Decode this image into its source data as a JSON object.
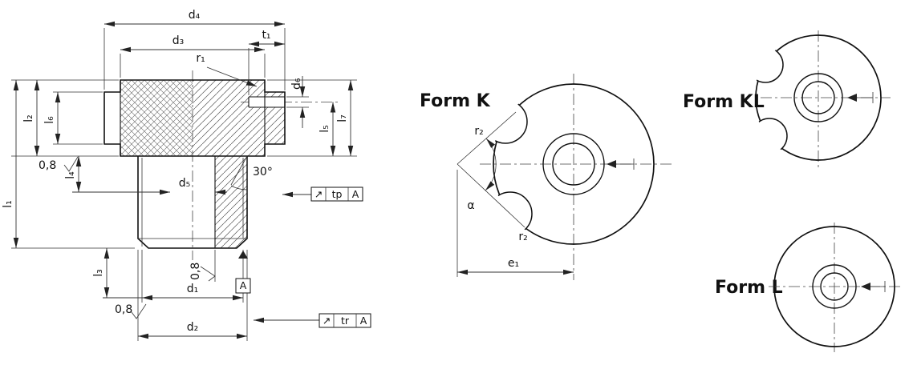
{
  "drawing": {
    "dims": {
      "d1": "d₁",
      "d2": "d₂",
      "d3": "d₃",
      "d4": "d₄",
      "d5": "d₅",
      "d6": "d₆",
      "l1": "l₁",
      "l2": "l₂",
      "l3": "l₃",
      "l4": "l₄",
      "l5": "l₅",
      "l6": "l₆",
      "l7": "l₇",
      "t1": "t₁",
      "r1": "r₁",
      "r2": "r₂",
      "e1": "e₁",
      "alpha": "α",
      "angle30": "30°"
    },
    "surface_finish": "0,8",
    "datum": "A",
    "frames": {
      "tp": {
        "symbol": "↗",
        "label": "tp",
        "datum": "A"
      },
      "tr": {
        "symbol": "↗",
        "label": "tr",
        "datum": "A"
      }
    },
    "forms": {
      "k": "Form K",
      "kl": "Form KL",
      "l": "Form L"
    }
  }
}
